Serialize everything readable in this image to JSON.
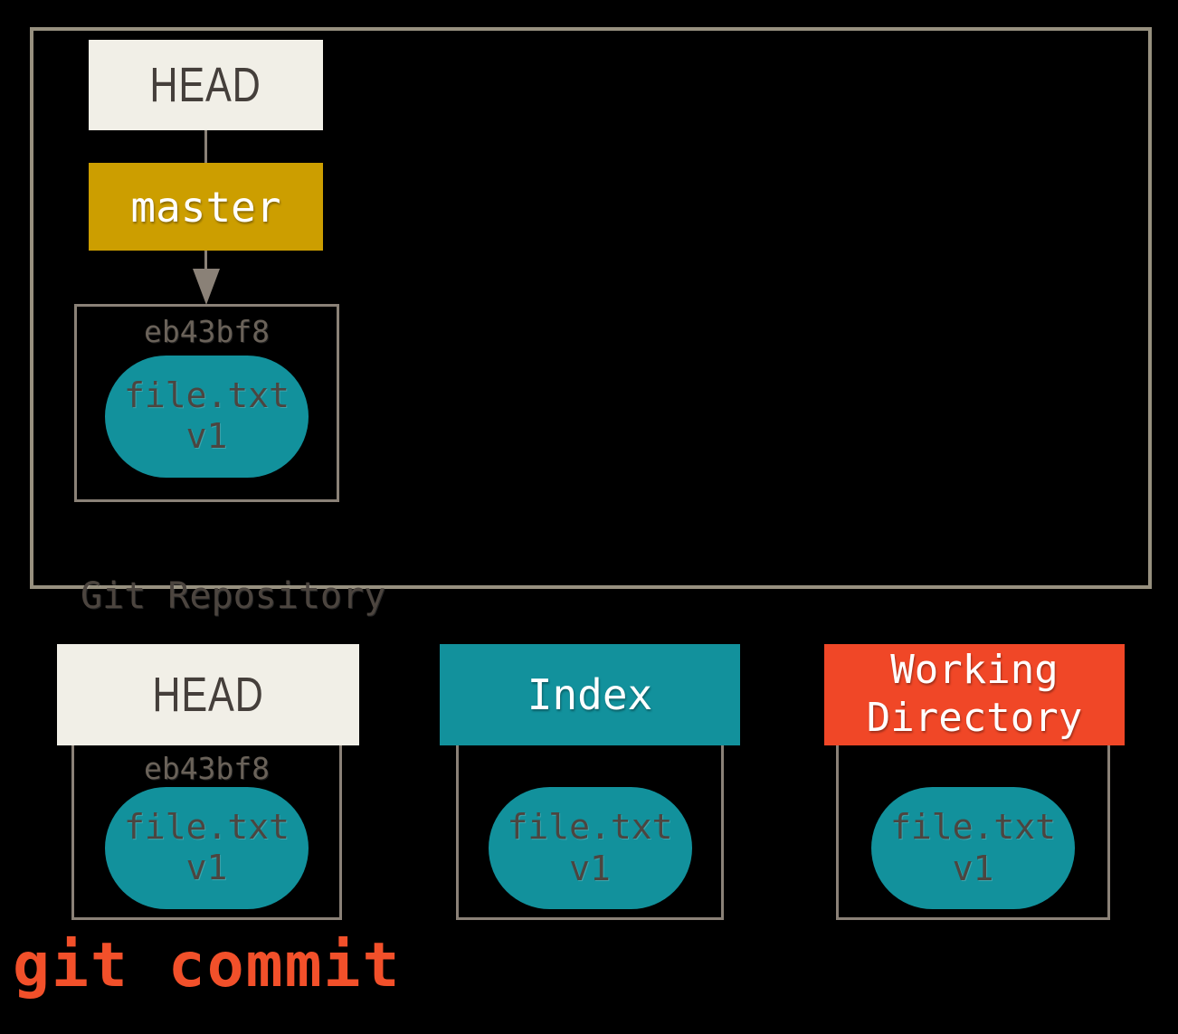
{
  "colors": {
    "bg": "#000000",
    "cream": "#f1efe7",
    "gold": "#cc9e00",
    "teal": "#12919c",
    "red": "#f04727",
    "border-tan": "#97907f",
    "line-gray": "#8a8177",
    "dark-text": "#453f3b",
    "hash-text": "#6a6259",
    "pill-text": "#4c4540",
    "repo-label-text": "#4c453f",
    "cmd-orange": "#f2502a",
    "white": "#ffffff"
  },
  "repository": {
    "label": "Git Repository",
    "head_label": "HEAD",
    "branch_label": "master",
    "commit": {
      "hash": "eb43bf8",
      "file_name": "file.txt",
      "file_version": "v1"
    }
  },
  "columns": {
    "head": {
      "label": "HEAD",
      "hash": "eb43bf8",
      "file_name": "file.txt",
      "file_version": "v1"
    },
    "index": {
      "label": "Index",
      "file_name": "file.txt",
      "file_version": "v1"
    },
    "workdir": {
      "label": "Working Directory",
      "file_name": "file.txt",
      "file_version": "v1"
    }
  },
  "command_label": "git commit"
}
